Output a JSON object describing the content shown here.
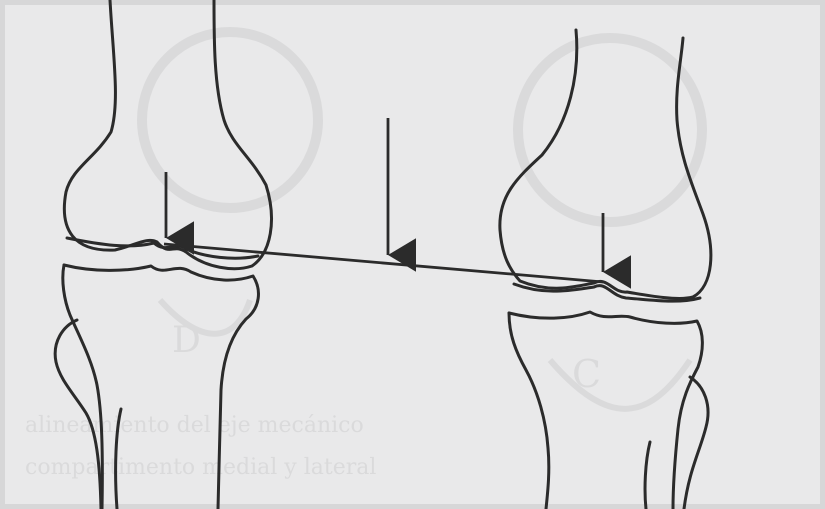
{
  "figure": {
    "description_text": "",
    "colors": {
      "paper": "#e9e9ea",
      "paper_edge": "#d7d7d8",
      "ink": "#2b2b2b",
      "bleed_through": "#b9b9bb"
    },
    "bleed_through_fragments": [
      "D",
      "C",
      "alineamiento del eje mecánico",
      "compartimento medial y lateral"
    ]
  }
}
